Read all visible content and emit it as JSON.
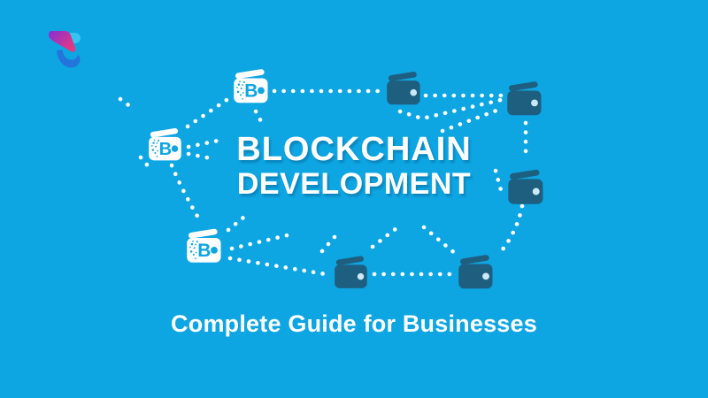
{
  "banner": {
    "title_line1": "BLOCKCHAIN",
    "title_line2": "DEVELOPMENT",
    "subtitle": "Complete Guide for Businesses"
  },
  "logo": {
    "name": "t-logo"
  },
  "graphic": {
    "bitcoin_symbol": "B",
    "wallets": [
      {
        "id": "wallet-bitcoin-top",
        "variant": "bitcoin"
      },
      {
        "id": "wallet-bitcoin-left",
        "variant": "bitcoin"
      },
      {
        "id": "wallet-bitcoin-bottom-left",
        "variant": "bitcoin"
      },
      {
        "id": "wallet-plain-top-middle",
        "variant": "plain"
      },
      {
        "id": "wallet-plain-top-right",
        "variant": "plain"
      },
      {
        "id": "wallet-plain-right",
        "variant": "plain"
      },
      {
        "id": "wallet-plain-bottom-middle",
        "variant": "plain"
      },
      {
        "id": "wallet-plain-bottom-right",
        "variant": "plain"
      }
    ]
  },
  "colors": {
    "background": "#0DA5E2",
    "wallet_dark": "#1E5F80",
    "wallet_light": "#FFFFFF",
    "dot": "#FFFFFF",
    "text": "#FFFFFF",
    "clasp_on_dark": "#CBE9F6",
    "logo_purple": "#8430D6",
    "logo_pink": "#E8387F",
    "logo_cyan": "#35C5EE",
    "logo_blue": "#2574DB"
  }
}
